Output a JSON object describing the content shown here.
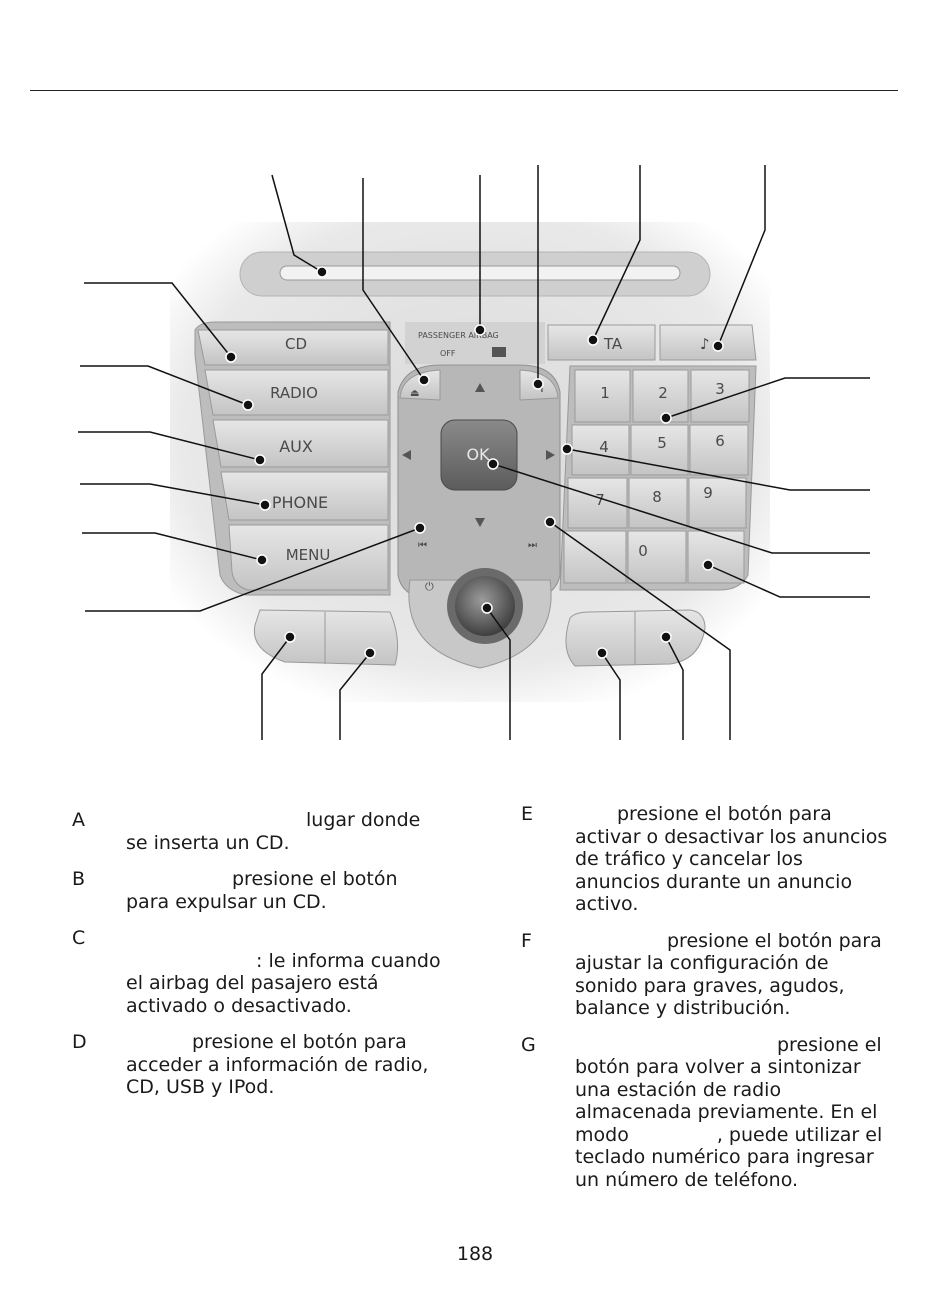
{
  "page_number": "188",
  "panel": {
    "buttons_left": [
      "CD",
      "RADIO",
      "AUX",
      "PHONE",
      "MENU"
    ],
    "ok_label": "OK",
    "ta_label": "TA",
    "airbag_label": "PASSENGER AIRBAG",
    "airbag_off": "OFF",
    "keypad": [
      "1",
      "2",
      "3",
      "4",
      "5",
      "6",
      "7",
      "8",
      "9",
      "0"
    ]
  },
  "entries_left": [
    {
      "letter": "A",
      "lines": [
        "lugar donde",
        "se inserta un CD."
      ]
    },
    {
      "letter": "B",
      "lines": [
        "presione el botón",
        "para expulsar un CD."
      ]
    },
    {
      "letter": "C",
      "lines": [
        ": le informa cuando",
        "el airbag del pasajero está",
        "activado o desactivado."
      ]
    },
    {
      "letter": "D",
      "lines": [
        "presione el botón para",
        "acceder a información de radio,",
        "CD, USB y IPod."
      ]
    }
  ],
  "entries_right": [
    {
      "letter": "E",
      "lines": [
        "presione el botón para",
        "activar o desactivar los anuncios",
        "de tráfico y cancelar los",
        "anuncios durante un anuncio",
        "activo."
      ]
    },
    {
      "letter": "F",
      "lines": [
        "presione el botón para",
        "ajustar la configuración de",
        "sonido para graves, agudos,",
        "balance y distribución."
      ]
    },
    {
      "letter": "G",
      "lines": [
        "presione el",
        "botón para volver a sintonizar",
        "una estación de radio",
        "almacenada previamente. En el",
        "modo",
        ", puede utilizar el",
        "teclado numérico para ingresar",
        "un número de teléfono."
      ]
    }
  ]
}
